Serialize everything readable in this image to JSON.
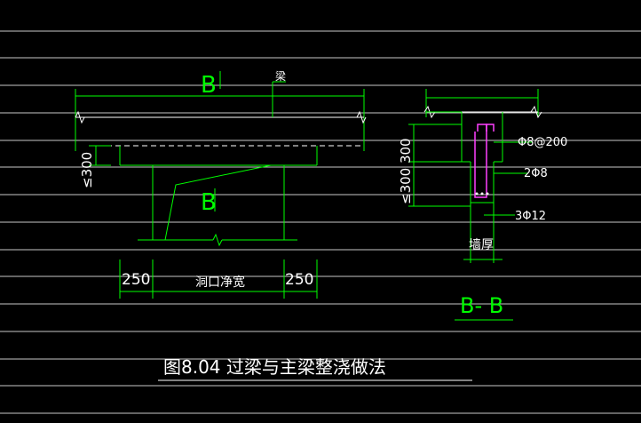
{
  "colors": {
    "background": "#000000",
    "rule_line": "#c8c8c8",
    "green": "#00ff00",
    "white": "#ffffff",
    "magenta": "#ff40ff",
    "dashed_slab": "#ffffff"
  },
  "elevation": {
    "section_mark_top": "B",
    "section_mark_mid": "B",
    "leader_label": "梁",
    "height_label": "≤300",
    "dim_left": "250",
    "dim_center": "洞口净宽",
    "dim_right": "250"
  },
  "section": {
    "height_label": "≤300 300",
    "rebar_top": "Φ8@200",
    "rebar_mid": "2Φ8",
    "rebar_bottom": "3Φ12",
    "wall_label": "墙厚",
    "section_name": "B- B"
  },
  "caption": "图8.04  过梁与主梁整浇做法"
}
